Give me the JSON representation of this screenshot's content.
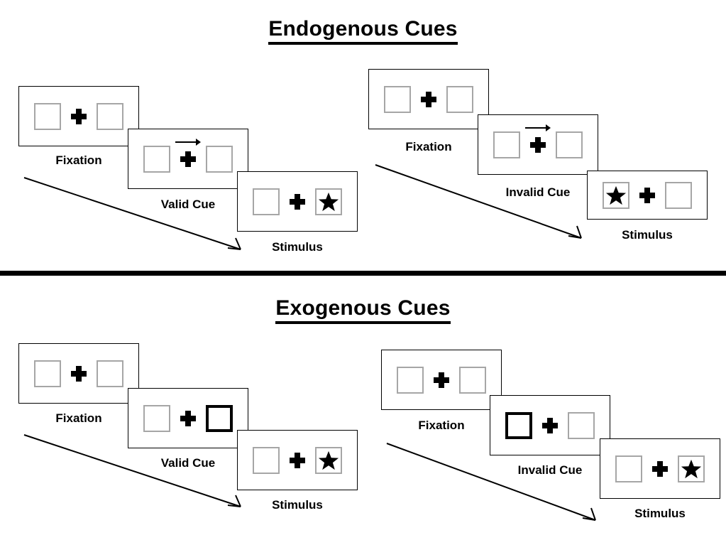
{
  "figure": {
    "sections": [
      {
        "id": "endogenous",
        "title": "Endogenous Cues",
        "cue_type": "arrow",
        "sequences": [
          {
            "id": "endogenous-valid",
            "cards": [
              {
                "label": "Fixation",
                "left_box": "empty",
                "right_box": "empty",
                "cue": "none"
              },
              {
                "label": "Valid Cue",
                "left_box": "empty",
                "right_box": "empty",
                "cue": "arrow-right"
              },
              {
                "label": "Stimulus",
                "left_box": "empty",
                "right_box": "star",
                "cue": "none"
              }
            ]
          },
          {
            "id": "endogenous-invalid",
            "cards": [
              {
                "label": "Fixation",
                "left_box": "empty",
                "right_box": "empty",
                "cue": "none"
              },
              {
                "label": "Invalid Cue",
                "left_box": "empty",
                "right_box": "empty",
                "cue": "arrow-right"
              },
              {
                "label": "Stimulus",
                "left_box": "star",
                "right_box": "empty",
                "cue": "none"
              }
            ]
          }
        ]
      },
      {
        "id": "exogenous",
        "title": "Exogenous Cues",
        "cue_type": "box-highlight",
        "sequences": [
          {
            "id": "exogenous-valid",
            "cards": [
              {
                "label": "Fixation",
                "left_box": "empty",
                "right_box": "empty",
                "cue": "none"
              },
              {
                "label": "Valid Cue",
                "left_box": "empty",
                "right_box": "cued",
                "cue": "none"
              },
              {
                "label": "Stimulus",
                "left_box": "empty",
                "right_box": "star",
                "cue": "none"
              }
            ]
          },
          {
            "id": "exogenous-invalid",
            "cards": [
              {
                "label": "Fixation",
                "left_box": "empty",
                "right_box": "empty",
                "cue": "none"
              },
              {
                "label": "Invalid Cue",
                "left_box": "cued",
                "right_box": "empty",
                "cue": "none"
              },
              {
                "label": "Stimulus",
                "left_box": "empty",
                "right_box": "star",
                "cue": "none"
              }
            ]
          }
        ]
      }
    ],
    "icons": {
      "fixation_cross": "plus-cross-icon",
      "star": "star-icon",
      "cue_arrow": "arrow-right-icon",
      "sequence_arrow": "sequence-arrow-icon"
    },
    "colors": {
      "stroke": "#000000",
      "box_border": "#a6a6a6",
      "background": "#ffffff",
      "divider": "#000000"
    }
  }
}
